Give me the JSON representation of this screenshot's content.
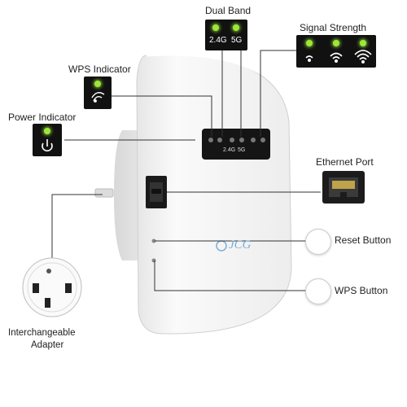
{
  "labels": {
    "dual_band": "Dual Band",
    "signal_strength": "Signal Strength",
    "wps_indicator": "WPS Indicator",
    "power_indicator": "Power Indicator",
    "ethernet_port": "Ethernet Port",
    "reset_button": "Reset Button",
    "wps_button": "WPS Button",
    "adapter_line1": "Interchangeable",
    "adapter_line2": "Adapter"
  },
  "band_box": {
    "band_24": "2.4G",
    "band_5": "5G"
  },
  "device_panel": {
    "band_24": "2.4G",
    "band_5": "5G"
  },
  "brand": "JCG",
  "colors": {
    "led": "#9fe63a",
    "device": "#f4f4f4",
    "box": "#111111"
  }
}
